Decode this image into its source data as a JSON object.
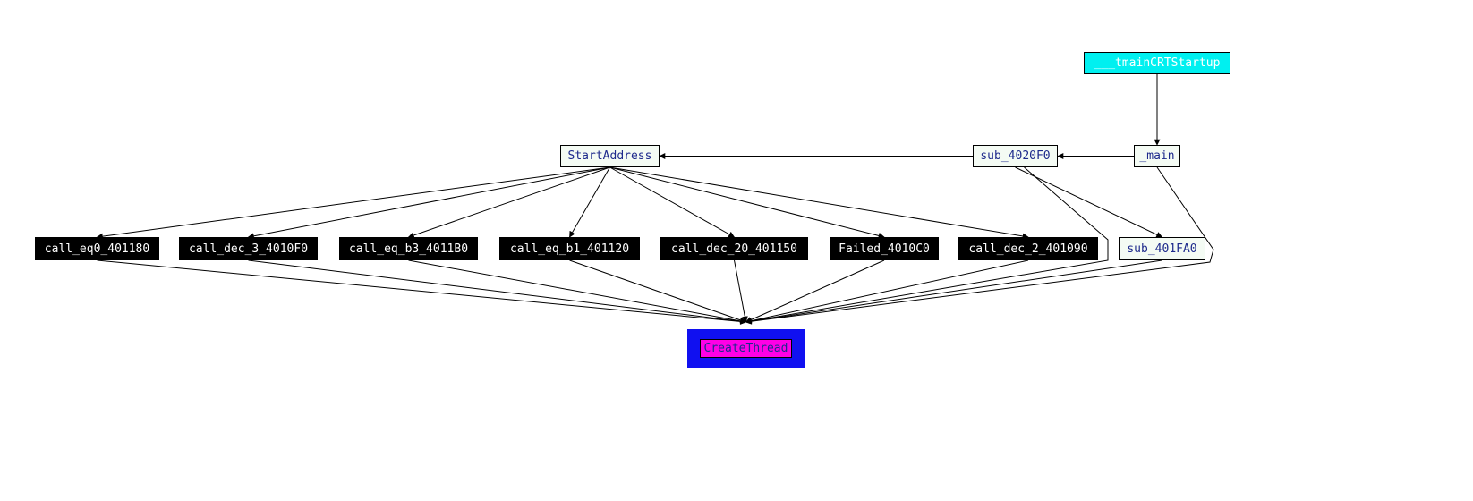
{
  "nodes": {
    "tmainCRTStartup": {
      "label": "___tmainCRTStartup",
      "kind": "entry"
    },
    "main": {
      "label": "_main",
      "kind": "normal"
    },
    "sub_4020F0": {
      "label": "sub_4020F0",
      "kind": "normal"
    },
    "StartAddress": {
      "label": "StartAddress",
      "kind": "normal"
    },
    "call_eq0_401180": {
      "label": "call_eq0_401180",
      "kind": "library"
    },
    "call_dec_3_4010F0": {
      "label": "call_dec_3_4010F0",
      "kind": "library"
    },
    "call_eq_b3_4011B0": {
      "label": "call_eq_b3_4011B0",
      "kind": "library"
    },
    "call_eq_b1_401120": {
      "label": "call_eq_b1_401120",
      "kind": "library"
    },
    "call_dec_20_401150": {
      "label": "call_dec_20_401150",
      "kind": "library"
    },
    "Failed_4010C0": {
      "label": "Failed_4010C0",
      "kind": "library"
    },
    "call_dec_2_401090": {
      "label": "call_dec_2_401090",
      "kind": "library"
    },
    "sub_401FA0": {
      "label": "sub_401FA0",
      "kind": "normal"
    },
    "CreateThread": {
      "label": "CreateThread",
      "kind": "target"
    }
  },
  "edges": [
    [
      "tmainCRTStartup",
      "main"
    ],
    [
      "main",
      "sub_4020F0"
    ],
    [
      "sub_4020F0",
      "StartAddress"
    ],
    [
      "StartAddress",
      "call_eq0_401180"
    ],
    [
      "StartAddress",
      "call_dec_3_4010F0"
    ],
    [
      "StartAddress",
      "call_eq_b3_4011B0"
    ],
    [
      "StartAddress",
      "call_eq_b1_401120"
    ],
    [
      "StartAddress",
      "call_dec_20_401150"
    ],
    [
      "StartAddress",
      "Failed_4010C0"
    ],
    [
      "StartAddress",
      "call_dec_2_401090"
    ],
    [
      "sub_4020F0",
      "sub_401FA0"
    ],
    [
      "call_eq0_401180",
      "CreateThread"
    ],
    [
      "call_dec_3_4010F0",
      "CreateThread"
    ],
    [
      "call_eq_b3_4011B0",
      "CreateThread"
    ],
    [
      "call_eq_b1_401120",
      "CreateThread"
    ],
    [
      "call_dec_20_401150",
      "CreateThread"
    ],
    [
      "Failed_4010C0",
      "CreateThread"
    ],
    [
      "call_dec_2_401090",
      "CreateThread"
    ],
    [
      "sub_401FA0",
      "CreateThread"
    ],
    [
      "sub_4020F0",
      "CreateThread"
    ],
    [
      "main",
      "CreateThread"
    ]
  ],
  "colors": {
    "normal_fill": "#f4fbf4",
    "library_fill": "#000000",
    "entry_fill": "#00f0f0",
    "target_outer": "#1010f0",
    "target_inner": "#ff00e6",
    "label_dark": "#1e2a8c",
    "edge": "#000000"
  }
}
